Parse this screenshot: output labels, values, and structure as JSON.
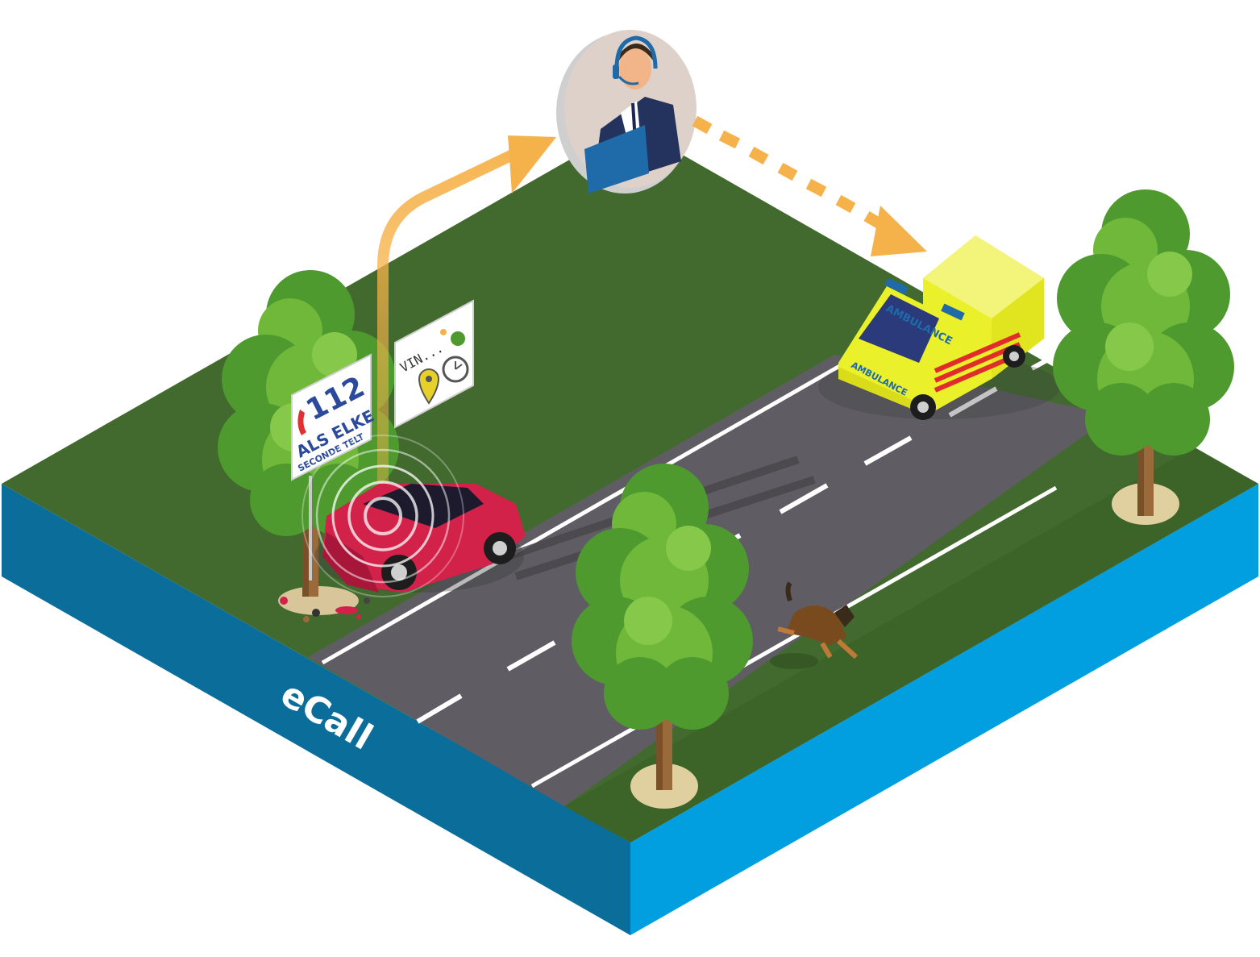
{
  "caption": "eCall",
  "sign": {
    "number": "112",
    "line1": "ALS ELKE",
    "line2": "SECONDE TELT"
  },
  "info_panel": {
    "vin": "VIN..."
  },
  "ambulance": {
    "label": "AMBULANCE",
    "hood_label": "AMBULANCE"
  },
  "colors": {
    "grass": "#436a2e",
    "road": "#5f5d63",
    "side_dark": "#0b6e9a",
    "side_light": "#029fe0",
    "arrow": "#f6b24a",
    "car": "#d3224a",
    "ambulance": "#eaf02a",
    "sign_text": "#2b4a9c"
  },
  "icons": [
    "phone-icon",
    "location-pin-icon",
    "clock-icon",
    "fuel-pump-icon",
    "headset-operator-icon"
  ]
}
